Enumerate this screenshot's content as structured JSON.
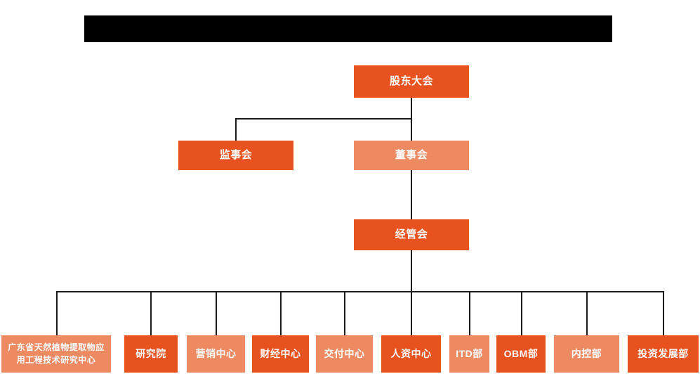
{
  "page": {
    "background_color": "#ffffff",
    "title_banner": {
      "state": "redacted",
      "color": "#000000",
      "label": ""
    }
  },
  "palette": {
    "primary": "#E8521F",
    "secondary": "#EE8A62",
    "line": "#1a1a1a",
    "text": "#ffffff"
  },
  "chart_data": {
    "type": "diagram",
    "diagram_kind": "organization-chart",
    "title": "",
    "levels": [
      {
        "level": 1,
        "nodes": [
          {
            "id": "shareholders",
            "label": "股东大会",
            "color": "primary"
          }
        ]
      },
      {
        "level": 2,
        "nodes": [
          {
            "id": "supervisors",
            "label": "监事会",
            "color": "primary"
          },
          {
            "id": "directors",
            "label": "董事会",
            "color": "secondary"
          }
        ]
      },
      {
        "level": 3,
        "nodes": [
          {
            "id": "management",
            "label": "经管会",
            "color": "primary"
          }
        ]
      },
      {
        "level": 4,
        "nodes": [
          {
            "id": "dept-0",
            "label": "广东省天然植物提取物应用工程技术研究中心",
            "label_line1": "广东省天然植物提取物应",
            "label_line2": "用工程技术研究中心",
            "color": "secondary"
          },
          {
            "id": "dept-1",
            "label": "研究院",
            "color": "primary"
          },
          {
            "id": "dept-2",
            "label": "营销中心",
            "color": "secondary"
          },
          {
            "id": "dept-3",
            "label": "财经中心",
            "color": "primary"
          },
          {
            "id": "dept-4",
            "label": "交付中心",
            "color": "secondary"
          },
          {
            "id": "dept-5",
            "label": "人资中心",
            "color": "primary"
          },
          {
            "id": "dept-6",
            "label": "ITD部",
            "color": "secondary"
          },
          {
            "id": "dept-7",
            "label": "OBM部",
            "color": "primary"
          },
          {
            "id": "dept-8",
            "label": "内控部",
            "color": "secondary"
          },
          {
            "id": "dept-9",
            "label": "投资发展部",
            "color": "primary"
          }
        ]
      }
    ],
    "edges": [
      {
        "from": "shareholders",
        "to": "supervisors"
      },
      {
        "from": "shareholders",
        "to": "directors"
      },
      {
        "from": "directors",
        "to": "management"
      },
      {
        "from": "management",
        "to": "dept-0"
      },
      {
        "from": "management",
        "to": "dept-1"
      },
      {
        "from": "management",
        "to": "dept-2"
      },
      {
        "from": "management",
        "to": "dept-3"
      },
      {
        "from": "management",
        "to": "dept-4"
      },
      {
        "from": "management",
        "to": "dept-5"
      },
      {
        "from": "management",
        "to": "dept-6"
      },
      {
        "from": "management",
        "to": "dept-7"
      },
      {
        "from": "management",
        "to": "dept-8"
      },
      {
        "from": "management",
        "to": "dept-9"
      }
    ]
  }
}
